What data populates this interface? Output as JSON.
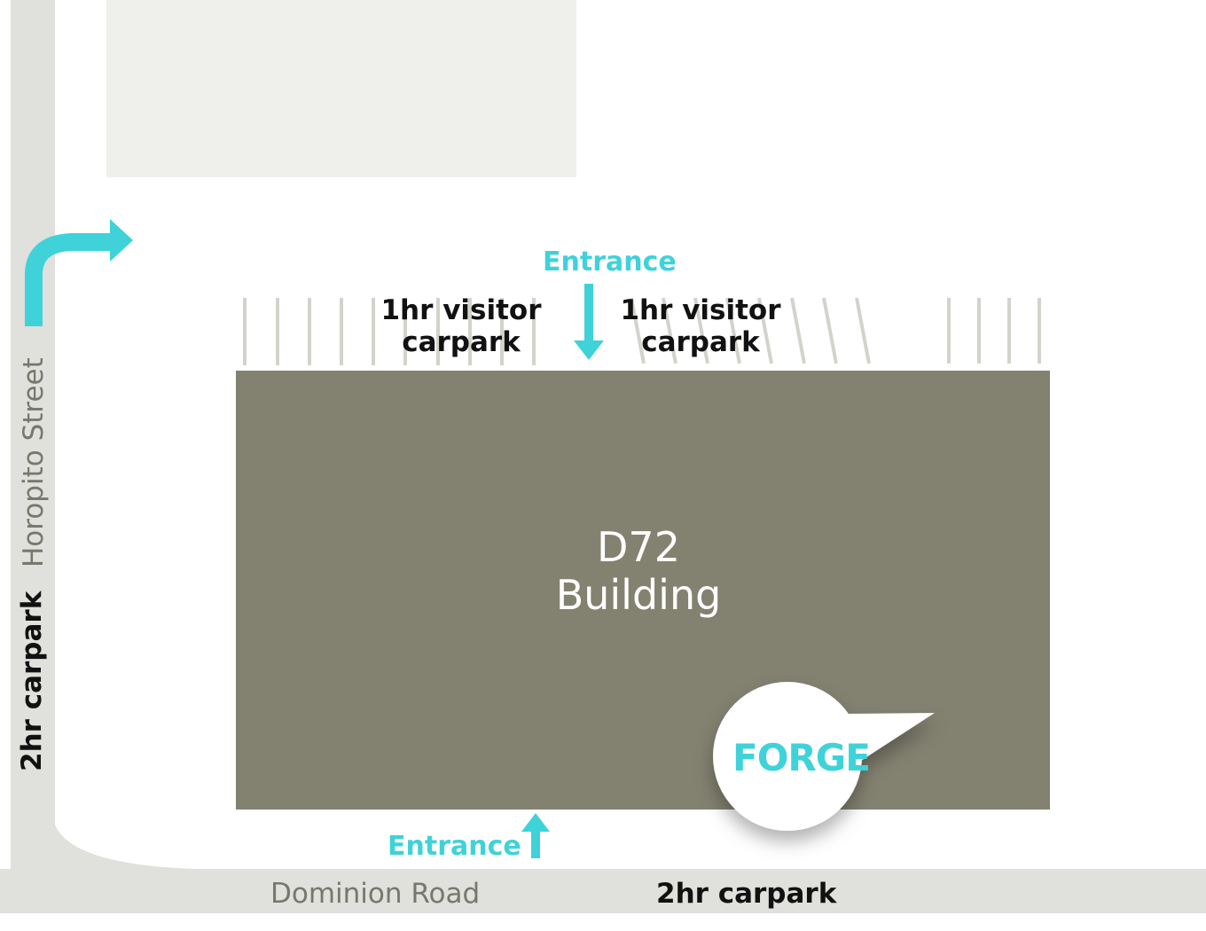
{
  "building": {
    "line1": "D72",
    "line2": "Building"
  },
  "parking_left": {
    "line1": "1hr visitor",
    "line2": "carpark"
  },
  "parking_right": {
    "line1": "1hr visitor",
    "line2": "carpark"
  },
  "entrance_top": "Entrance",
  "entrance_bottom": "Entrance",
  "street_side": "Horopito Street",
  "street_bottom": "Dominion Road",
  "carpark_side": "2hr carpark",
  "carpark_bottom": "2hr carpark",
  "logo": "FORGE",
  "colors": {
    "accent": "#3fd2d9",
    "building": "#838170",
    "road": "#e0e0dc",
    "block": "#efefeb"
  }
}
